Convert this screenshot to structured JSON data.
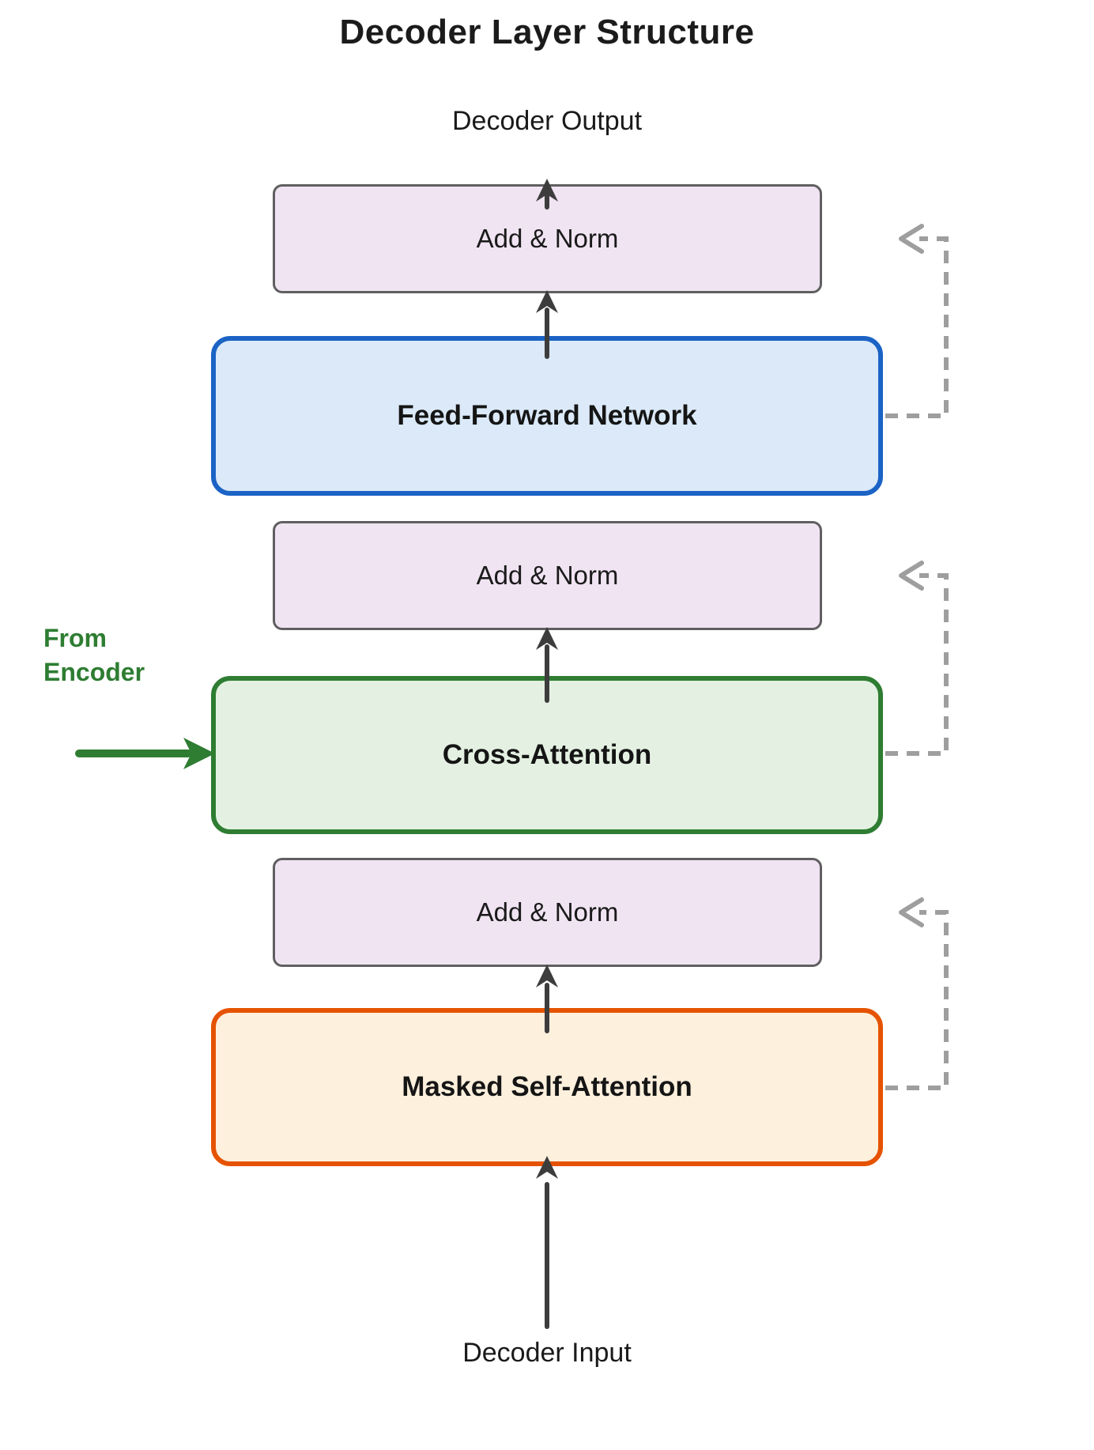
{
  "title": "Decoder Layer Structure",
  "labels": {
    "decoder_output": "Decoder Output",
    "decoder_input": "Decoder Input",
    "from_encoder_line1": "From",
    "from_encoder_line2": "Encoder"
  },
  "nodes": [
    {
      "id": "add-norm-top",
      "label": "Add & Norm",
      "kind": "add-norm"
    },
    {
      "id": "feed-forward-network",
      "label": "Feed-Forward Network",
      "kind": "sublayer",
      "border_color": "#1b63c5",
      "fill_color": "#dbe9f8"
    },
    {
      "id": "add-norm-middle",
      "label": "Add & Norm",
      "kind": "add-norm"
    },
    {
      "id": "cross-attention",
      "label": "Cross-Attention",
      "kind": "sublayer",
      "border_color": "#2e7d32",
      "fill_color": "#e4f1e2"
    },
    {
      "id": "add-norm-bottom",
      "label": "Add & Norm",
      "kind": "add-norm"
    },
    {
      "id": "masked-self-attention",
      "label": "Masked Self-Attention",
      "kind": "sublayer",
      "border_color": "#e55300",
      "fill_color": "#fdf0dd"
    }
  ],
  "add_norm_style": {
    "border_color": "#5f5f5f",
    "fill_color": "#f0e4f2"
  },
  "colors": {
    "background": "#ffffff",
    "text": "#1a1a1a",
    "title_text": "#1b1b1b",
    "solid_arrow": "#3d3d3d",
    "dashed_arrow": "#9e9e9e",
    "encoder_green": "#2e7d32"
  },
  "edges": [
    {
      "from": "decoder-input",
      "to": "masked-self-attention",
      "style": "solid"
    },
    {
      "from": "masked-self-attention",
      "to": "add-norm-bottom",
      "style": "solid"
    },
    {
      "from": "add-norm-bottom",
      "to": "cross-attention",
      "style": "solid"
    },
    {
      "from": "cross-attention",
      "to": "add-norm-middle",
      "style": "solid"
    },
    {
      "from": "add-norm-middle",
      "to": "feed-forward-network",
      "style": "solid"
    },
    {
      "from": "feed-forward-network",
      "to": "add-norm-top",
      "style": "solid"
    },
    {
      "from": "add-norm-top",
      "to": "decoder-output",
      "style": "solid"
    },
    {
      "from": "from-encoder",
      "to": "cross-attention",
      "style": "solid-green"
    },
    {
      "from": "feed-forward-network",
      "to": "add-norm-top",
      "style": "dashed-residual"
    },
    {
      "from": "cross-attention",
      "to": "add-norm-middle",
      "style": "dashed-residual"
    },
    {
      "from": "masked-self-attention",
      "to": "add-norm-bottom",
      "style": "dashed-residual"
    }
  ]
}
